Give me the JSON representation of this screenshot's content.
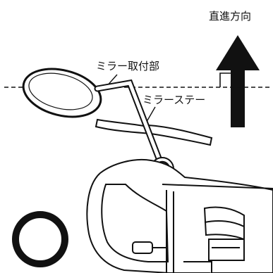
{
  "labels": {
    "direction": "直進方向",
    "mirror_mount": "ミラー取付部",
    "mirror_stay": "ミラーステー"
  },
  "colors": {
    "ink": "#111111",
    "background": "#ffffff"
  },
  "icons": {
    "arrow": "up-arrow-icon",
    "right_angle": "right-angle-icon",
    "verdict": "circle-ok-icon"
  }
}
